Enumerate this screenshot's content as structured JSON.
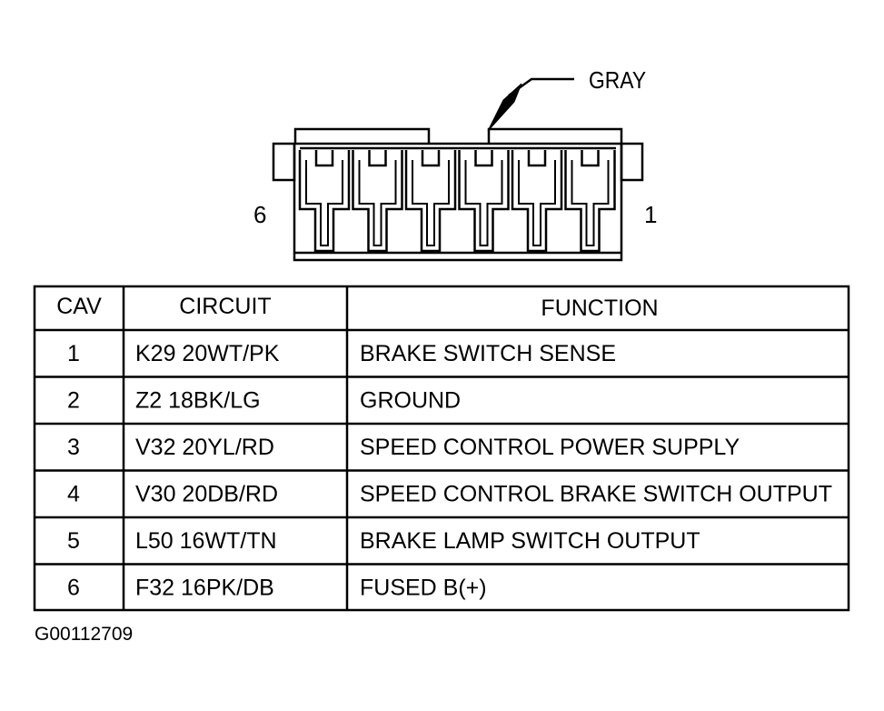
{
  "connector": {
    "color_label": "GRAY",
    "cavity_left_label": "6",
    "cavity_right_label": "1"
  },
  "table": {
    "headers": {
      "cav": "CAV",
      "circuit": "CIRCUIT",
      "function": "FUNCTION"
    },
    "rows": [
      {
        "cav": "1",
        "circuit": "K29 20WT/PK",
        "function": "BRAKE SWITCH SENSE"
      },
      {
        "cav": "2",
        "circuit": "Z2 18BK/LG",
        "function": "GROUND"
      },
      {
        "cav": "3",
        "circuit": "V32 20YL/RD",
        "function": "SPEED CONTROL POWER SUPPLY"
      },
      {
        "cav": "4",
        "circuit": "V30 20DB/RD",
        "function": "SPEED CONTROL BRAKE SWITCH OUTPUT"
      },
      {
        "cav": "5",
        "circuit": "L50 16WT/TN",
        "function": "BRAKE LAMP SWITCH OUTPUT"
      },
      {
        "cav": "6",
        "circuit": "F32 16PK/DB",
        "function": "FUSED B(+)"
      }
    ]
  },
  "figure_id": "G00112709",
  "colors": {
    "ink": "#000000",
    "paper": "#ffffff"
  }
}
